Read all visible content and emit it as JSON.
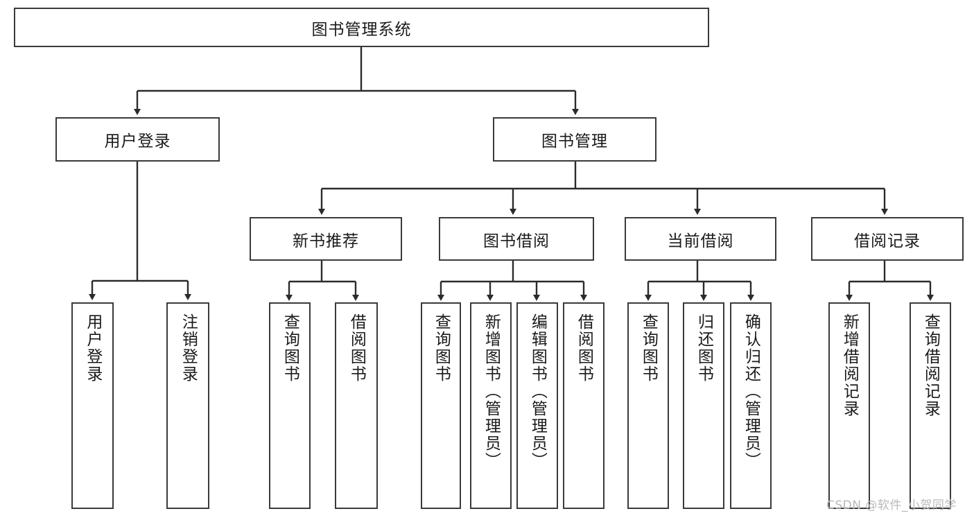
{
  "diagram": {
    "title": "图书管理系统",
    "type": "functional-structure-tree",
    "root": {
      "label": "图书管理系统"
    },
    "level2": [
      {
        "label": "用户登录"
      },
      {
        "label": "图书管理"
      }
    ],
    "level3": [
      {
        "label": "新书推荐"
      },
      {
        "label": "图书借阅"
      },
      {
        "label": "当前借阅"
      },
      {
        "label": "借阅记录"
      }
    ],
    "leaves": {
      "user_login": [
        {
          "label": "用户登录"
        },
        {
          "label": "注销登录"
        }
      ],
      "new_book_recommend": [
        {
          "label": "查询图书"
        },
        {
          "label": "借阅图书"
        }
      ],
      "book_borrow": [
        {
          "label": "查询图书"
        },
        {
          "label": "新增图书（管理员）"
        },
        {
          "label": "编辑图书（管理员）"
        },
        {
          "label": "借阅图书"
        }
      ],
      "current_borrow": [
        {
          "label": "查询图书"
        },
        {
          "label": "归还图书"
        },
        {
          "label": "确认归还（管理员）"
        }
      ],
      "borrow_records": [
        {
          "label": "新增借阅记录"
        },
        {
          "label": "查询借阅记录"
        }
      ]
    }
  },
  "watermark": {
    "text": "CSDN @软件_小贺同学"
  },
  "colors": {
    "box_border": "#3a3a3a",
    "box_fill": "#ffffff",
    "edge": "#2b2b2b",
    "text": "#1a1a1a",
    "watermark": "#b9b9b9",
    "background": "#ffffff"
  }
}
